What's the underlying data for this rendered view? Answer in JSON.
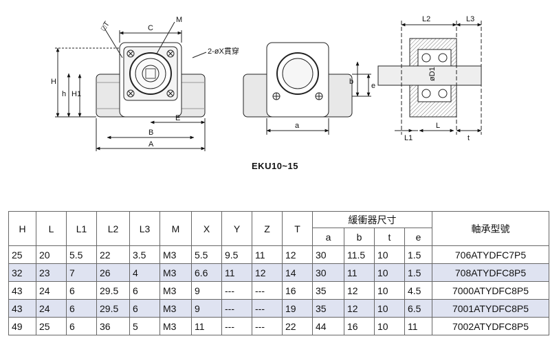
{
  "drawing": {
    "caption": "EKU10~15",
    "front_labels": {
      "dt": "□T",
      "m": "M",
      "c": "C",
      "hole": "2-øX貫穿",
      "h": "H",
      "h_small": "h",
      "h1": "H1",
      "e_cap": "E",
      "b": "B",
      "a_cap": "A"
    },
    "side_labels": {
      "b": "b",
      "e": "e",
      "a": "a"
    },
    "section_labels": {
      "l2": "L2",
      "l3": "L3",
      "d1": "øD1",
      "l1": "L1",
      "l": "L",
      "t": "t"
    }
  },
  "table": {
    "headers": [
      "H",
      "L",
      "L1",
      "L2",
      "L3",
      "M",
      "X",
      "Y",
      "Z",
      "T"
    ],
    "group_header": "緩衝器尺寸",
    "sub_headers": [
      "a",
      "b",
      "t",
      "e"
    ],
    "model_header": "軸承型號",
    "rows": [
      {
        "cells": [
          "25",
          "20",
          "5.5",
          "22",
          "3.5",
          "M3",
          "5.5",
          "9.5",
          "11",
          "12",
          "30",
          "11.5",
          "10",
          "1.5"
        ],
        "model": "706ATYDFC7P5"
      },
      {
        "cells": [
          "32",
          "23",
          "7",
          "26",
          "4",
          "M3",
          "6.6",
          "11",
          "12",
          "14",
          "30",
          "11",
          "10",
          "1.5"
        ],
        "model": "708ATYDFC8P5"
      },
      {
        "cells": [
          "43",
          "24",
          "6",
          "29.5",
          "6",
          "M3",
          "9",
          "---",
          "---",
          "16",
          "35",
          "12",
          "10",
          "4.5"
        ],
        "model": "7000ATYDFC8P5"
      },
      {
        "cells": [
          "43",
          "24",
          "6",
          "29.5",
          "6",
          "M3",
          "9",
          "---",
          "---",
          "19",
          "35",
          "12",
          "10",
          "6.5"
        ],
        "model": "7001ATYDFC8P5"
      },
      {
        "cells": [
          "49",
          "25",
          "6",
          "36",
          "5",
          "M3",
          "11",
          "---",
          "---",
          "22",
          "44",
          "16",
          "10",
          "11"
        ],
        "model": "7002ATYDFC8P5"
      }
    ]
  }
}
